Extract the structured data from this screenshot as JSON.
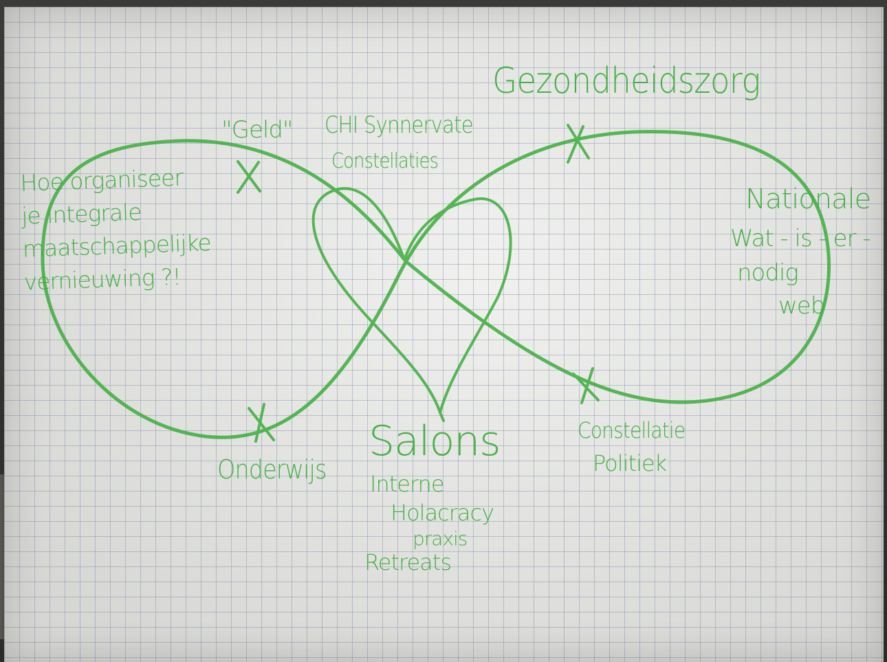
{
  "scene": {
    "paper_color": "#e9e9e6",
    "grid_color": "#6e82a0",
    "marker_color": "#3cad3c"
  },
  "labels": {
    "left_question": "Hoe organiseer\nje integrale\nmaatschappelijke\nvernieuwing ?!",
    "geld": "\"Geld\"",
    "chi_line1": "CHI Synnervate",
    "chi_line2": "Constellaties",
    "gezondheidszorg": "Gezondheidszorg",
    "nationale": "Nationale",
    "wat_is_er": "Wat - is - er -",
    "nodig": "nodig",
    "web": "web",
    "onderwijs": "Onderwijs",
    "salons": "Salons",
    "interne": "Interne",
    "holacracy": "Holacracy",
    "praxis": "praxis",
    "retreats": "Retreats",
    "constellatie": "Constellatie",
    "politiek": "Politiek"
  }
}
